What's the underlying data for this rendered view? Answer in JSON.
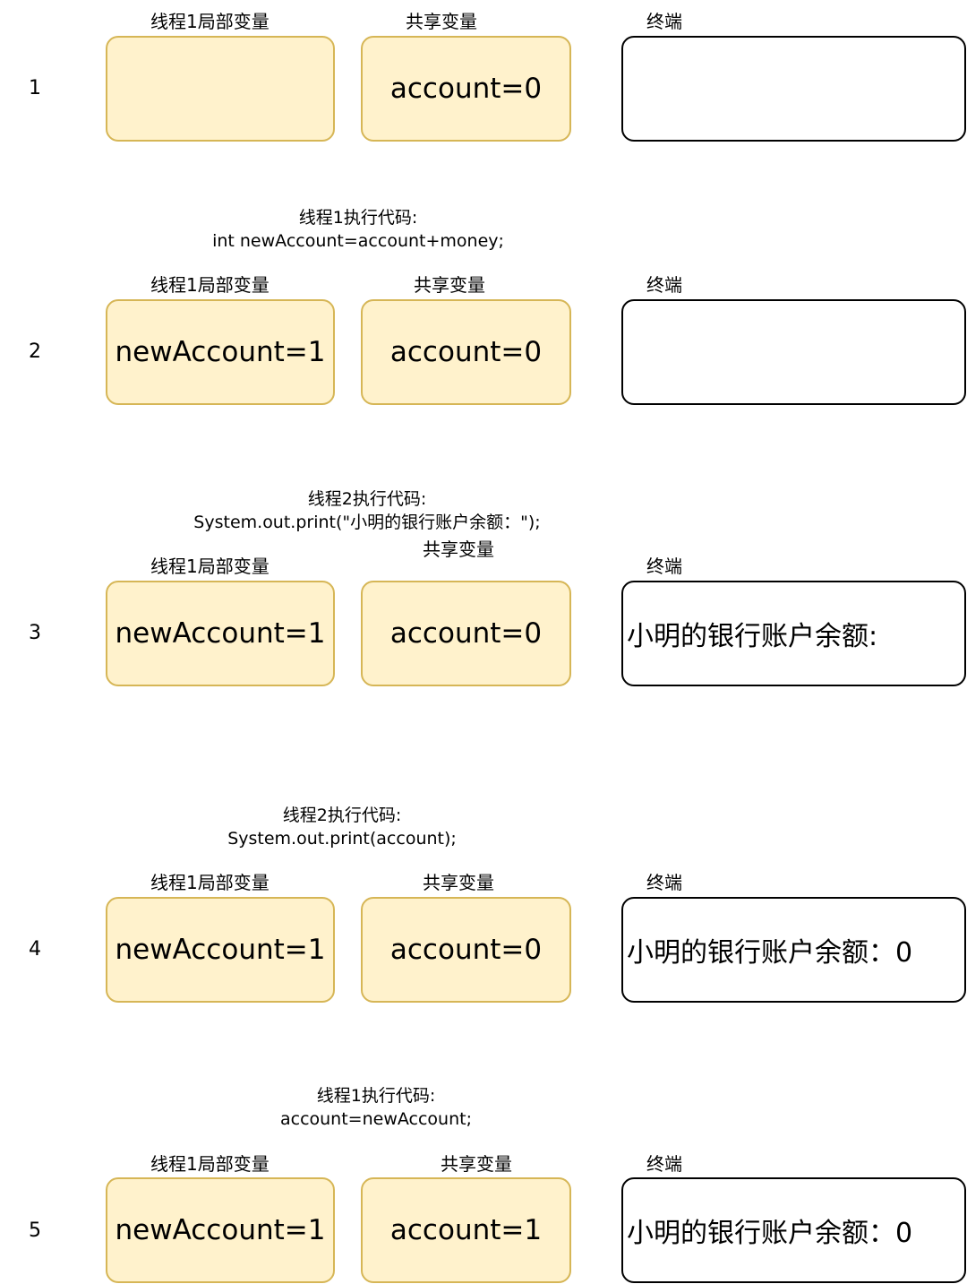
{
  "steps": [
    {
      "number": "1",
      "code": [],
      "thread_label": "线程1局部变量",
      "local_value": "",
      "shared_label": "共享变量",
      "shared_value": "account=0",
      "terminal_label": "终端",
      "terminal_output": ""
    },
    {
      "number": "2",
      "code": [
        "线程1执行代码:",
        "int newAccount=account+money;"
      ],
      "thread_label": "线程1局部变量",
      "local_value": "newAccount=1",
      "shared_label": "共享变量",
      "shared_value": "account=0",
      "terminal_label": "终端",
      "terminal_output": ""
    },
    {
      "number": "3",
      "code": [
        "线程2执行代码:",
        "System.out.print(\"小明的银行账户余额：\");"
      ],
      "thread_label": "线程1局部变量",
      "local_value": "newAccount=1",
      "shared_label": "共享变量",
      "shared_value": "account=0",
      "terminal_label": "终端",
      "terminal_output": "小明的银行账户余额:"
    },
    {
      "number": "4",
      "code": [
        "线程2执行代码:",
        "System.out.print(account);"
      ],
      "thread_label": "线程1局部变量",
      "local_value": "newAccount=1",
      "shared_label": "共享变量",
      "shared_value": "account=0",
      "terminal_label": "终端",
      "terminal_output": "小明的银行账户余额：0"
    },
    {
      "number": "5",
      "code": [
        "线程1执行代码:",
        "account=newAccount;"
      ],
      "thread_label": "线程1局部变量",
      "local_value": "newAccount=1",
      "shared_label": "共享变量",
      "shared_value": "account=1",
      "terminal_label": "终端",
      "terminal_output": "小明的银行账户余额：0"
    }
  ],
  "colors": {
    "variable_box_fill": "#fff2cc",
    "variable_box_border": "#d6b656",
    "terminal_border": "#000000"
  }
}
